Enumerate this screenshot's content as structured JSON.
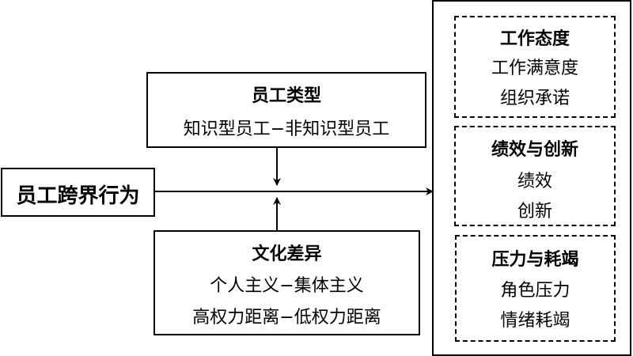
{
  "diagram": {
    "antecedent": {
      "title": "员工跨界行为"
    },
    "moderator_top": {
      "title": "员工类型",
      "lines": [
        "知识型员工−非知识型员工"
      ]
    },
    "moderator_bottom": {
      "title": "文化差异",
      "lines": [
        "个人主义−集体主义",
        "高权力距离−低权力距离"
      ]
    },
    "outcomes": [
      {
        "title": "工作态度",
        "lines": [
          "工作满意度",
          "组织承诺"
        ]
      },
      {
        "title": "绩效与创新",
        "lines": [
          "绩效",
          "创新"
        ]
      },
      {
        "title": "压力与耗竭",
        "lines": [
          "角色压力",
          "情绪耗竭"
        ]
      }
    ]
  }
}
